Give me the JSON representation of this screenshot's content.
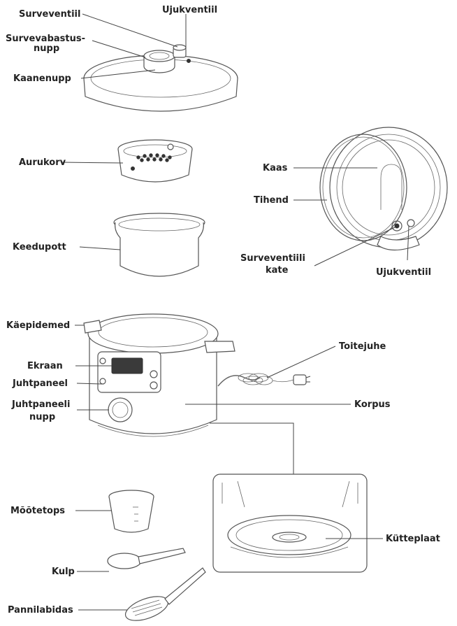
{
  "labels": {
    "surveventiil": "Surveventiil",
    "ujukventiil_top": "Ujukventiil",
    "survevabastus_line1": "Survevabastus-",
    "survevabastus_line2": "nupp",
    "kaanenupp": "Kaanenupp",
    "aurukorv": "Aurukorv",
    "kaas": "Kaas",
    "tihend": "Tihend",
    "keedupott": "Keedupott",
    "surveventiili_line1": "Surveventiili",
    "surveventiili_line2": "kate",
    "ujukventiil_right": "Ujukventiil",
    "kaepidemed": "Käepidemed",
    "toitejuhe": "Toitejuhe",
    "ekraan": "Ekraan",
    "juhtpaneel": "Juhtpaneel",
    "juhtpaneeli_line1": "Juhtpaneeli",
    "juhtpaneeli_line2": "nupp",
    "korpus": "Korpus",
    "mootetops": "Mõõtetops",
    "kutteplaat": "Kütteplaat",
    "kulp": "Kulp",
    "pannilabidas": "Pannilabidas"
  }
}
